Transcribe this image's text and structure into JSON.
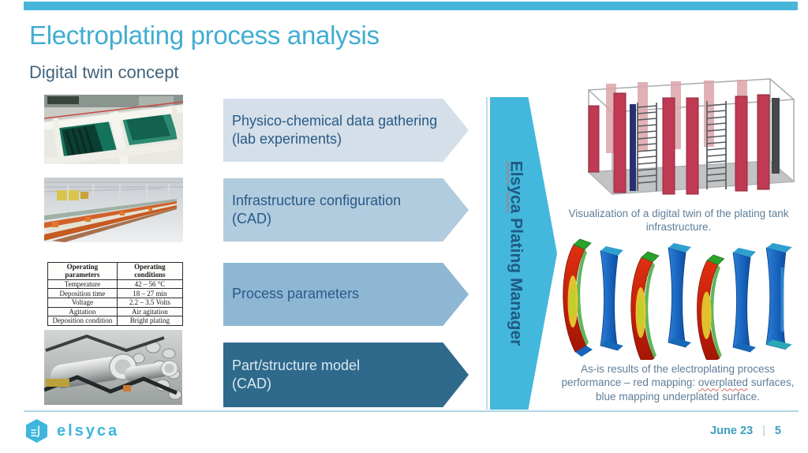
{
  "header": {
    "title": "Electroplating process analysis",
    "subtitle": "Digital twin concept"
  },
  "steps": [
    {
      "label": "Physico-chemical data gathering\n(lab experiments)"
    },
    {
      "label": "Infrastructure configuration\n(CAD)"
    },
    {
      "label": "Process parameters"
    },
    {
      "label": "Part/structure model\n(CAD)"
    }
  ],
  "pentagon": {
    "brand": "Elsyca",
    "rest": " Plating Manager"
  },
  "parameters_table": {
    "headers": [
      "Operating parameters",
      "Operating conditions"
    ],
    "rows": [
      [
        "Temperature",
        "42 – 56 °C"
      ],
      [
        "Deposition time",
        "18 – 27 min"
      ],
      [
        "Voltage",
        "2.2 – 3.5 Volts"
      ],
      [
        "Agitation",
        "Air agitation"
      ],
      [
        "Deposition condition",
        "Bright plating"
      ]
    ]
  },
  "right_panel": {
    "caption_top": "Visualization of a digital twin of the plating tank infrastructure.",
    "caption_bottom_before": "As-is results of the electroplating process performance – red mapping: ",
    "caption_bottom_highlight": "overplated",
    "caption_bottom_after": " surfaces, blue mapping underplated surface."
  },
  "footer": {
    "brand": "elsyca",
    "date": "June 23",
    "separator": "|",
    "page": "5"
  },
  "images": {
    "step1_photo": "lab-plating-tanks-photo",
    "step2_photo": "plating-line-photo",
    "step4_photo": "chrome-plated-parts-photo",
    "right_top": "digital-twin-tank-3d-render",
    "right_bottom": "electroplating-simulation-results",
    "logo": "elsyca-hexagon-logo"
  },
  "colors": {
    "accent_bar": "#49B5D9",
    "title": "#41ADD1",
    "subtitle": "#44637A",
    "arrow1": "#D4DFE9",
    "arrow2": "#B1CBDF",
    "arrow3": "#8EB7D4",
    "arrow4": "#2F6A8C",
    "pentagon": "#44B7DC",
    "caption": "#5E7E99",
    "footer_accent": "#3DB5DC"
  }
}
